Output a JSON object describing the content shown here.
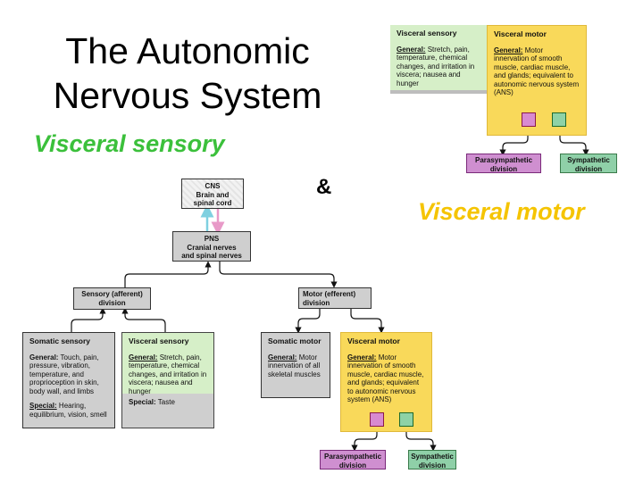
{
  "slide": {
    "title_line1": "The Autonomic",
    "title_line2": "Nervous System",
    "visceral_sensory_label": "Visceral sensory",
    "ampersand": "&",
    "visceral_motor_label": "Visceral motor",
    "colors": {
      "sensory": "#3bc03b",
      "motor": "#f5c400"
    }
  },
  "inset": {
    "visceral_sensory": {
      "heading": "Visceral sensory",
      "general_label": "General:",
      "general_text": "Stretch, pain, temperature, chemical changes, and irritation in viscera; nausea and hunger"
    },
    "visceral_motor": {
      "heading": "Visceral motor",
      "general_label": "General:",
      "general_text": "Motor innervation of smooth muscle, cardiac muscle, and glands; equivalent to autonomic nervous system (ANS)"
    },
    "parasympathetic": "Parasympathetic division",
    "sympathetic": "Sympathetic division"
  },
  "diagram": {
    "cns": {
      "line1": "CNS",
      "line2": "Brain and",
      "line3": "spinal cord"
    },
    "pns": {
      "line1": "PNS",
      "line2": "Cranial nerves",
      "line3": "and spinal nerves"
    },
    "sensory_division": {
      "line1": "Sensory (afferent)",
      "line2": "division"
    },
    "motor_division": {
      "line1": "Motor (efferent)",
      "line2": "division"
    },
    "somatic_sensory": {
      "heading": "Somatic sensory",
      "general_label": "General:",
      "general_text": "Touch, pain, pressure, vibration, temperature, and proprioception in skin, body wall, and limbs",
      "special_label": "Special:",
      "special_text": "Hearing, equilibrium, vision, smell"
    },
    "visceral_sensory": {
      "heading": "Visceral sensory",
      "general_label": "General:",
      "general_text": "Stretch, pain, temperature, chemical changes, and irritation in viscera; nausea and hunger",
      "special_label": "Special:",
      "special_text": "Taste"
    },
    "somatic_motor": {
      "heading": "Somatic motor",
      "general_label": "General:",
      "general_text": "Motor innervation of all skeletal muscles"
    },
    "visceral_motor": {
      "heading": "Visceral motor",
      "general_label": "General:",
      "general_text": "Motor innervation of smooth muscle, cardiac muscle, and glands; equivalent to autonomic nervous system (ANS)"
    },
    "parasympathetic": "Parasympathetic division",
    "sympathetic": "Sympathetic division"
  }
}
